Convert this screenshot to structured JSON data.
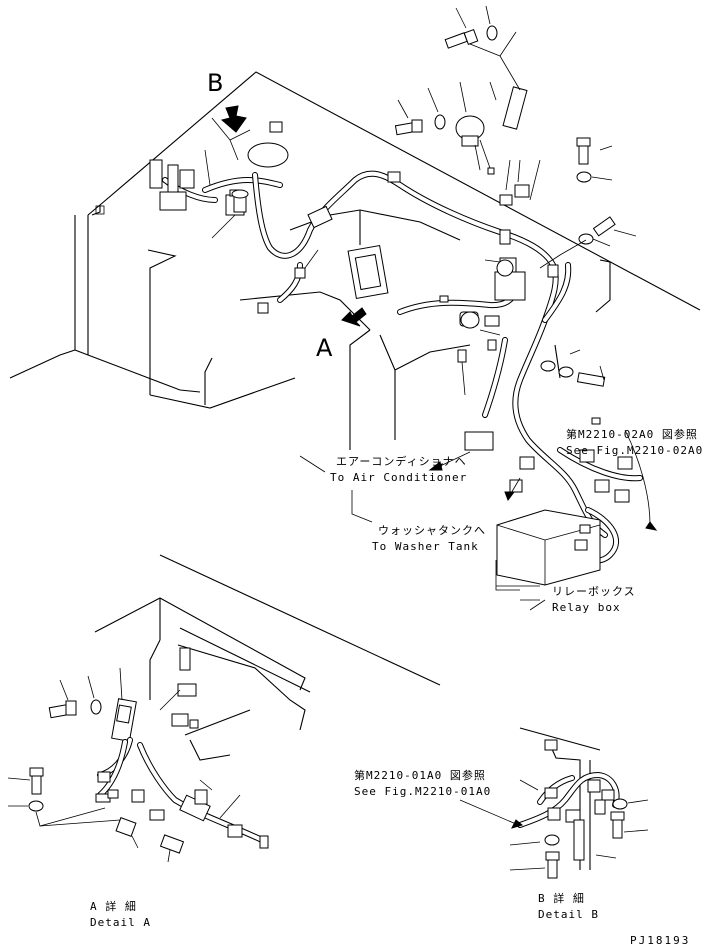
{
  "labels": {
    "view_b": "B",
    "view_a": "A",
    "fig_02a0_jp": "第M2210-02A0 図参照",
    "fig_02a0_en": "See Fig.M2210-02A0",
    "air_con_jp": "エアーコンディショナヘ",
    "air_con_en": "To Air Conditioner",
    "washer_jp": "ウォッシャタンクへ",
    "washer_en": "To Washer Tank",
    "relay_jp": "リレーボックス",
    "relay_en": "Relay box",
    "fig_01a0_jp": "第M2210-01A0 図参照",
    "fig_01a0_en": "See Fig.M2210-01A0",
    "detail_a_jp": "A 詳 細",
    "detail_a_en": "Detail A",
    "detail_b_jp": "B 詳 細",
    "detail_b_en": "Detail B",
    "drawing_no": "PJ18193"
  }
}
